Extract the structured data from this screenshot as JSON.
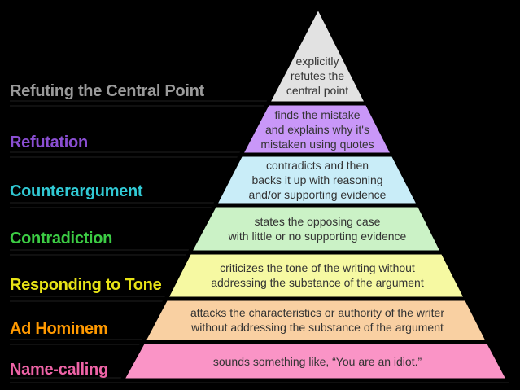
{
  "background": "#000000",
  "pyramid": {
    "outline_color": "#000000",
    "band_text_color": "#333333"
  },
  "levels": [
    {
      "name": "Refuting the Central Point",
      "label_color": "#9A9A9A",
      "band_color": "#E2E2E2",
      "lines": [
        "explicitly",
        "refutes the",
        "central point"
      ]
    },
    {
      "name": "Refutation",
      "label_color": "#8A4ED2",
      "band_color": "#C997F8",
      "lines": [
        "finds the mistake",
        "and explains why it's",
        "mistaken using quotes"
      ]
    },
    {
      "name": "Counterargument",
      "label_color": "#31C9D4",
      "band_color": "#C9EDF8",
      "lines": [
        "contradicts and then",
        "backs it up with reasoning",
        "and/or supporting evidence"
      ]
    },
    {
      "name": "Contradiction",
      "label_color": "#3CCC44",
      "band_color": "#CBF2C6",
      "lines": [
        "states the opposing case",
        "with little or no supporting evidence"
      ]
    },
    {
      "name": "Responding to Tone",
      "label_color": "#E7E316",
      "band_color": "#F6F9A2",
      "lines": [
        "criticizes the tone of the writing without",
        "addressing the substance of the argument"
      ]
    },
    {
      "name": "Ad Hominem",
      "label_color": "#FF9900",
      "band_color": "#F9D0A2",
      "lines": [
        "attacks the characteristics or authority of the writer",
        "without addressing the substance of the argument"
      ]
    },
    {
      "name": "Name-calling",
      "label_color": "#EE63A6",
      "band_color": "#FA94C6",
      "lines": [
        "sounds something like, “You are an idiot.”"
      ]
    }
  ]
}
